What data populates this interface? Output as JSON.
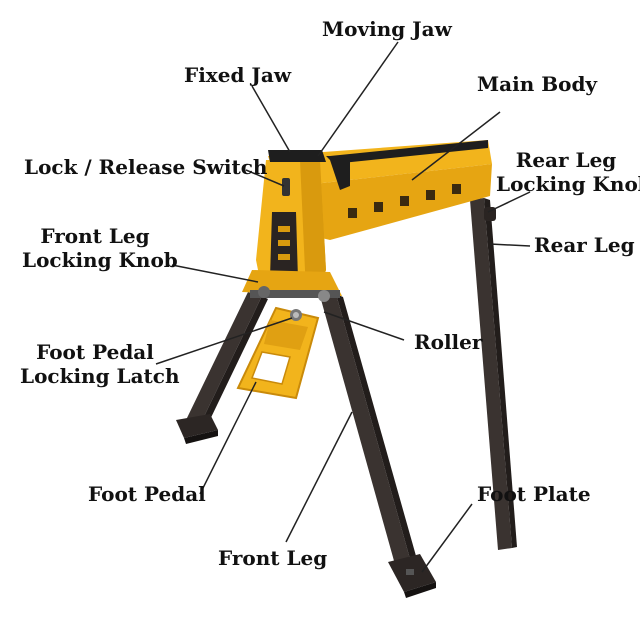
{
  "colors": {
    "body_yellow": "#f2b41c",
    "body_yellow_dark": "#c98a0a",
    "leg_dark": "#3a3330",
    "leg_shadow": "#221d1b",
    "jaw_black": "#1e1e1e",
    "leader_line": "#222222",
    "text": "#111111"
  },
  "labels": {
    "moving_jaw": "Moving Jaw",
    "fixed_jaw": "Fixed Jaw",
    "main_body": "Main Body",
    "lock_release_switch": "Lock / Release Switch",
    "rear_leg_locking_knob_line1": "Rear Leg",
    "rear_leg_locking_knob_line2": "Locking Knob",
    "rear_leg": "Rear Leg",
    "front_leg_locking_knob_line1": "Front Leg",
    "front_leg_locking_knob_line2": "Locking Knob",
    "roller": "Roller",
    "foot_pedal_locking_latch_line1": "Foot Pedal",
    "foot_pedal_locking_latch_line2": "Locking Latch",
    "foot_pedal": "Foot Pedal",
    "foot_plate": "Foot Plate",
    "front_leg": "Front Leg"
  }
}
